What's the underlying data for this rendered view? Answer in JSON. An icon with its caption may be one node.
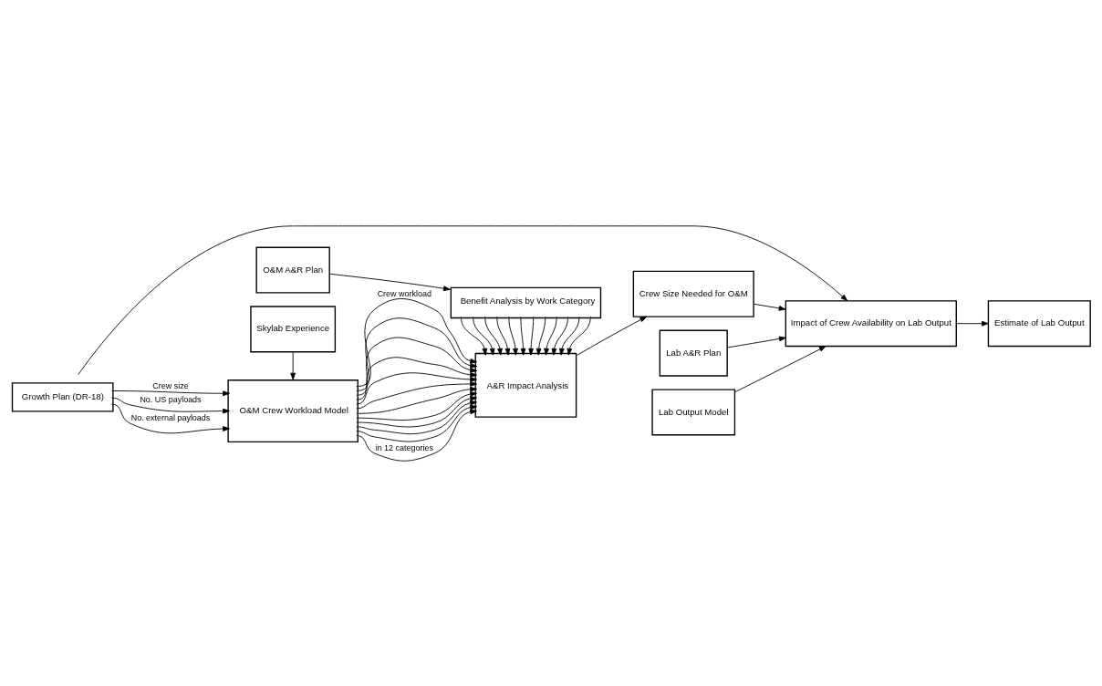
{
  "diagram": {
    "nodes": [
      {
        "text": [
          "Skylab Experience"
        ]
      },
      {
        "text": [
          "Benefit Analysis by Work Category"
        ]
      },
      {
        "text": [
          "O&M A&R Plan"
        ]
      },
      {
        "text": [
          "Growth Plan (DR-18)"
        ]
      },
      {
        "text": [
          "O&M Crew Workload Model"
        ]
      },
      {
        "text": [
          "A&R Impact Analysis"
        ]
      },
      {
        "text": [
          "Crew Size Needed for O&M"
        ]
      },
      {
        "text": [
          "Lab A&R Plan"
        ]
      },
      {
        "text": [
          "Impact of Crew Availability on Lab Output"
        ]
      },
      {
        "text": [
          "Lab Output Model"
        ]
      },
      {
        "text": [
          "Estimate of Lab Output"
        ]
      }
    ],
    "edges": [
      {
        "from": 2,
        "to": 1,
        "arrow": "to"
      },
      {
        "from": 0,
        "to": 4,
        "arrow": "to"
      },
      {
        "from": 1,
        "to": 5,
        "arrow": "to"
      },
      {
        "from": 1,
        "to": 5,
        "arrow": "to"
      },
      {
        "from": 1,
        "to": 5,
        "arrow": "to"
      },
      {
        "from": 1,
        "to": 5,
        "arrow": "to"
      },
      {
        "from": 1,
        "to": 5,
        "arrow": "to"
      },
      {
        "from": 1,
        "to": 5,
        "arrow": "to"
      },
      {
        "from": 1,
        "to": 5,
        "arrow": "to"
      },
      {
        "from": 1,
        "to": 5,
        "arrow": "to"
      },
      {
        "from": 1,
        "to": 5,
        "arrow": "to"
      },
      {
        "from": 1,
        "to": 5,
        "arrow": "to"
      },
      {
        "from": 1,
        "to": 5,
        "arrow": "to"
      },
      {
        "from": 1,
        "to": 5,
        "arrow": "to"
      },
      {
        "from": 3,
        "to": 4,
        "arrow": "to",
        "label": "Crew size"
      },
      {
        "from": 3,
        "to": 4,
        "arrow": "to",
        "label": "No. US payloads"
      },
      {
        "from": 3,
        "to": 4,
        "arrow": "to",
        "label": "No. external payloads"
      },
      {
        "from": 4,
        "to": 5,
        "arrow": "to",
        "label": "Crew workload"
      },
      {
        "from": 4,
        "to": 5,
        "arrow": "to"
      },
      {
        "from": 4,
        "to": 5,
        "arrow": "to"
      },
      {
        "from": 4,
        "to": 5,
        "arrow": "to"
      },
      {
        "from": 4,
        "to": 5,
        "arrow": "to"
      },
      {
        "from": 4,
        "to": 5,
        "arrow": "to"
      },
      {
        "from": 4,
        "to": 5,
        "arrow": "to"
      },
      {
        "from": 4,
        "to": 5,
        "arrow": "to"
      },
      {
        "from": 4,
        "to": 5,
        "arrow": "to"
      },
      {
        "from": 4,
        "to": 5,
        "arrow": "to"
      },
      {
        "from": 4,
        "to": 5,
        "arrow": "to"
      },
      {
        "from": 4,
        "to": 5,
        "arrow": "to",
        "label": "in 12 categories"
      },
      {
        "from": 5,
        "to": 6,
        "arrow": "to"
      },
      {
        "from": 6,
        "to": 8,
        "arrow": "to"
      },
      {
        "from": 7,
        "to": 8,
        "arrow": "to"
      },
      {
        "from": 3,
        "to": 8,
        "arrow": "to"
      },
      {
        "from": 9,
        "to": 8,
        "arrow": "to"
      },
      {
        "from": 8,
        "to": 10,
        "arrow": "to"
      }
    ]
  }
}
